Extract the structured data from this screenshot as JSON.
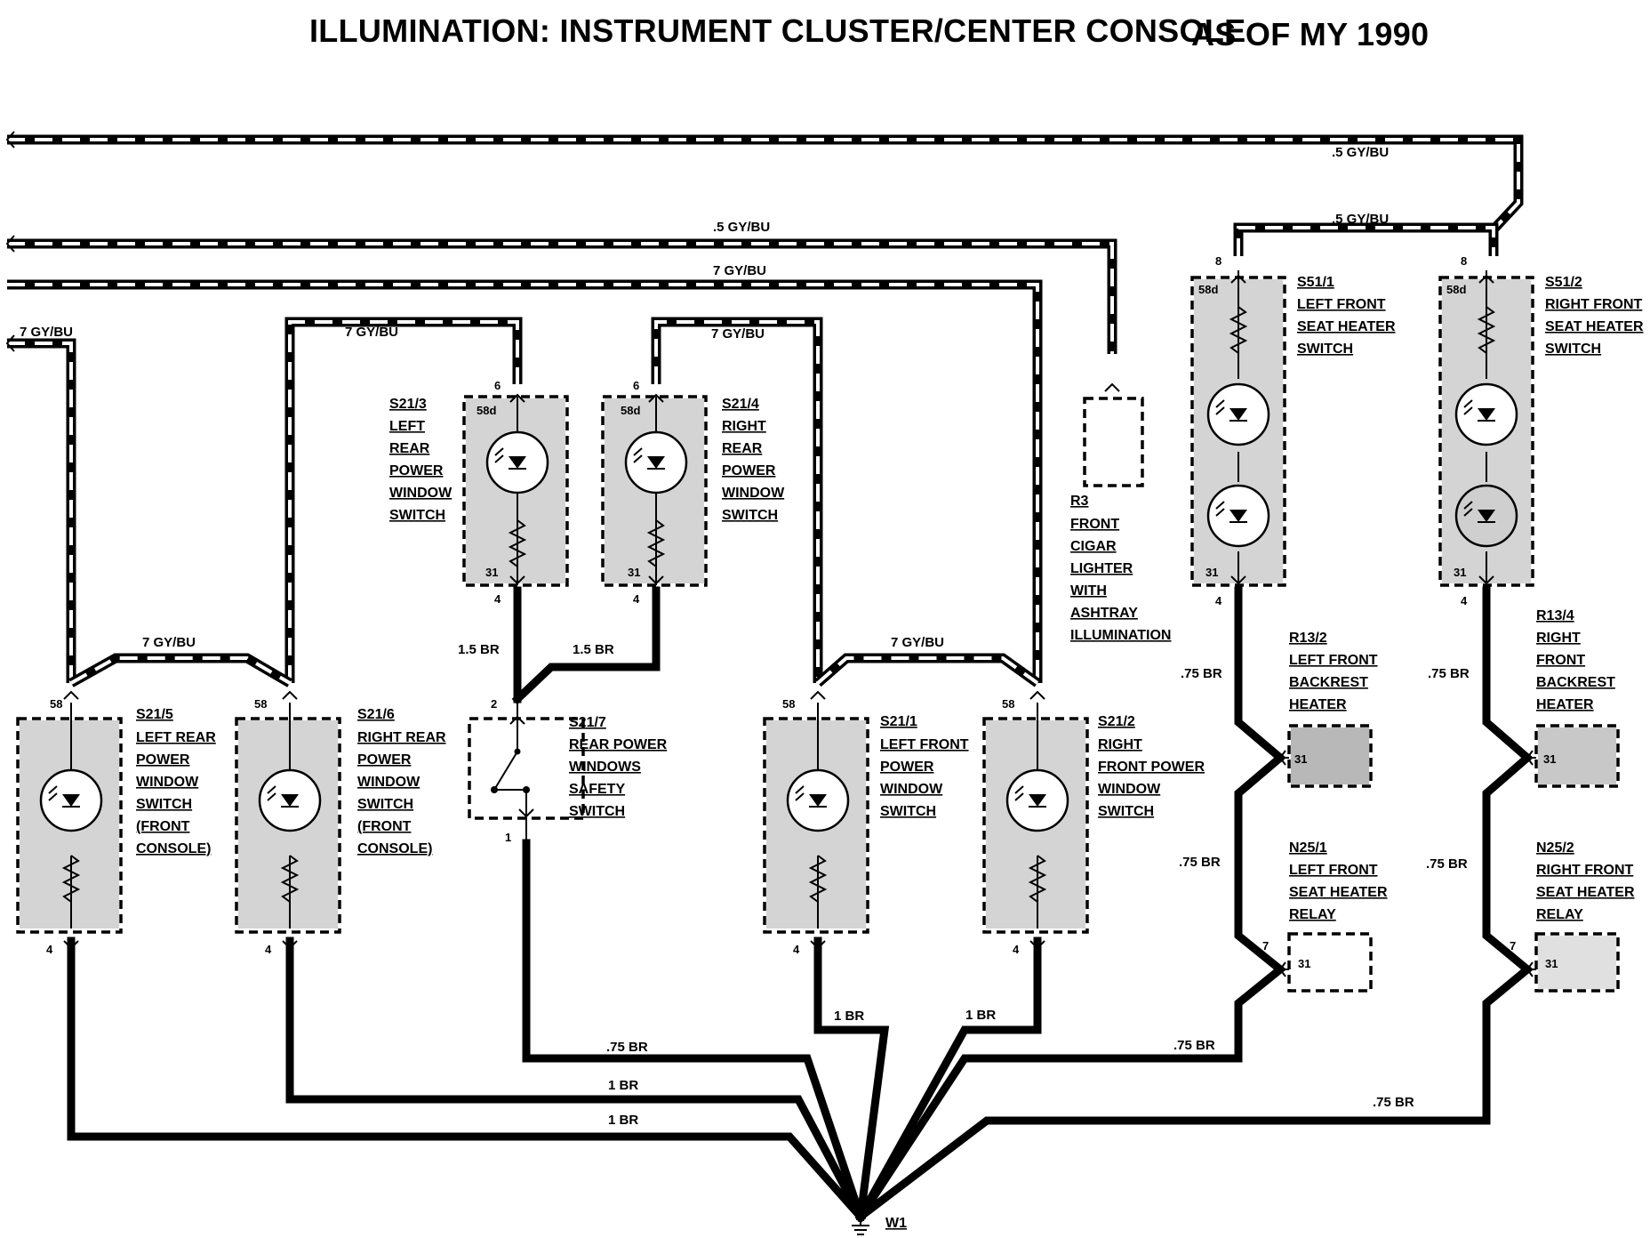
{
  "diagram": {
    "title": "ILLUMINATION: INSTRUMENT CLUSTER/CENTER CONSOLE",
    "subtitle": "AS OF MY 1990",
    "ground": "W1",
    "components": {
      "s21_5": [
        "S21/5",
        "LEFT REAR",
        "POWER",
        "WINDOW",
        "SWITCH",
        "(FRONT",
        "CONSOLE)"
      ],
      "s21_6": [
        "S21/6",
        "RIGHT REAR",
        "POWER",
        "WINDOW",
        "SWITCH",
        "(FRONT",
        "CONSOLE)"
      ],
      "s21_3": [
        "S21/3",
        "LEFT",
        "REAR",
        "POWER",
        "WINDOW",
        "SWITCH"
      ],
      "s21_4": [
        "S21/4",
        "RIGHT",
        "REAR",
        "POWER",
        "WINDOW",
        "SWITCH"
      ],
      "s21_7": [
        "S21/7",
        "REAR POWER",
        "WINDOWS",
        "SAFETY",
        "SWITCH"
      ],
      "s21_1": [
        "S21/1",
        "LEFT FRONT",
        "POWER",
        "WINDOW",
        "SWITCH"
      ],
      "s21_2": [
        "S21/2",
        "RIGHT",
        "FRONT POWER",
        "WINDOW",
        "SWITCH"
      ],
      "r3": [
        "R3",
        "FRONT",
        "CIGAR",
        "LIGHTER",
        "WITH",
        "ASHTRAY",
        "ILLUMINATION"
      ],
      "s51_1": [
        "S51/1",
        "LEFT FRONT",
        "SEAT HEATER",
        "SWITCH"
      ],
      "s51_2": [
        "S51/2",
        "RIGHT FRONT",
        "SEAT HEATER",
        "SWITCH"
      ],
      "r13_2": [
        "R13/2",
        "LEFT FRONT",
        "BACKREST",
        "HEATER"
      ],
      "r13_4": [
        "R13/4",
        "RIGHT",
        "FRONT",
        "BACKREST",
        "HEATER"
      ],
      "n25_1": [
        "N25/1",
        "LEFT FRONT",
        "SEAT HEATER",
        "RELAY"
      ],
      "n25_2": [
        "N25/2",
        "RIGHT FRONT",
        "SEAT HEATER",
        "RELAY"
      ]
    },
    "wire_labels": {
      "gy_top": ".5 GY/BU",
      "gy_s51": ".5 GY/BU",
      "gy_r3": ".5 GY/BU",
      "gy_s21_1_2": "7 GY/BU",
      "gy_s21_5": "7 GY/BU",
      "gy_s21_6": "7 GY/BU",
      "gy_s21_4": "7 GY/BU",
      "gy_bridge_left": "7 GY/BU",
      "gy_bridge_right": "7 GY/BU",
      "br_s21_3": "1.5 BR",
      "br_s21_4": "1.5 BR",
      "br_s21_7": ".75 BR",
      "br_s21_6": "1 BR",
      "br_s21_5": "1 BR",
      "br_s21_1": "1 BR",
      "br_s21_2": "1 BR",
      "br_s51_1_a": ".75 BR",
      "br_s51_1_b": ".75 BR",
      "br_s51_1_c": ".75 BR",
      "br_s51_2_a": ".75 BR",
      "br_s51_2_b": ".75 BR",
      "br_s51_2_c": ".75 BR"
    },
    "pins": {
      "p58": "58",
      "p58d": "58d",
      "p4": "4",
      "p6": "6",
      "p31": "31",
      "p2": "2",
      "p1": "1",
      "p8": "8",
      "p7": "7"
    }
  }
}
